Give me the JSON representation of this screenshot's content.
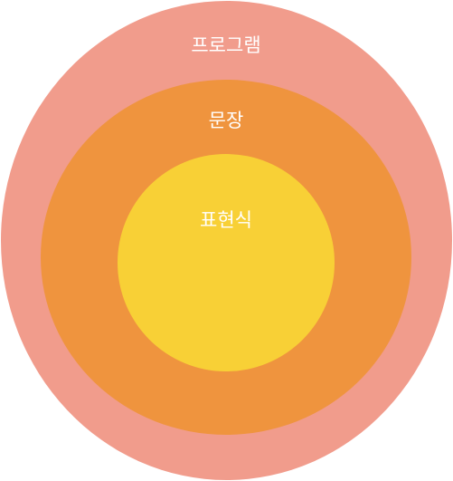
{
  "diagram": {
    "layers": [
      {
        "label": "프로그램",
        "color": "#F19C8C"
      },
      {
        "label": "문장",
        "color": "#EF943E"
      },
      {
        "label": "표현식",
        "color": "#F8D036"
      }
    ]
  }
}
